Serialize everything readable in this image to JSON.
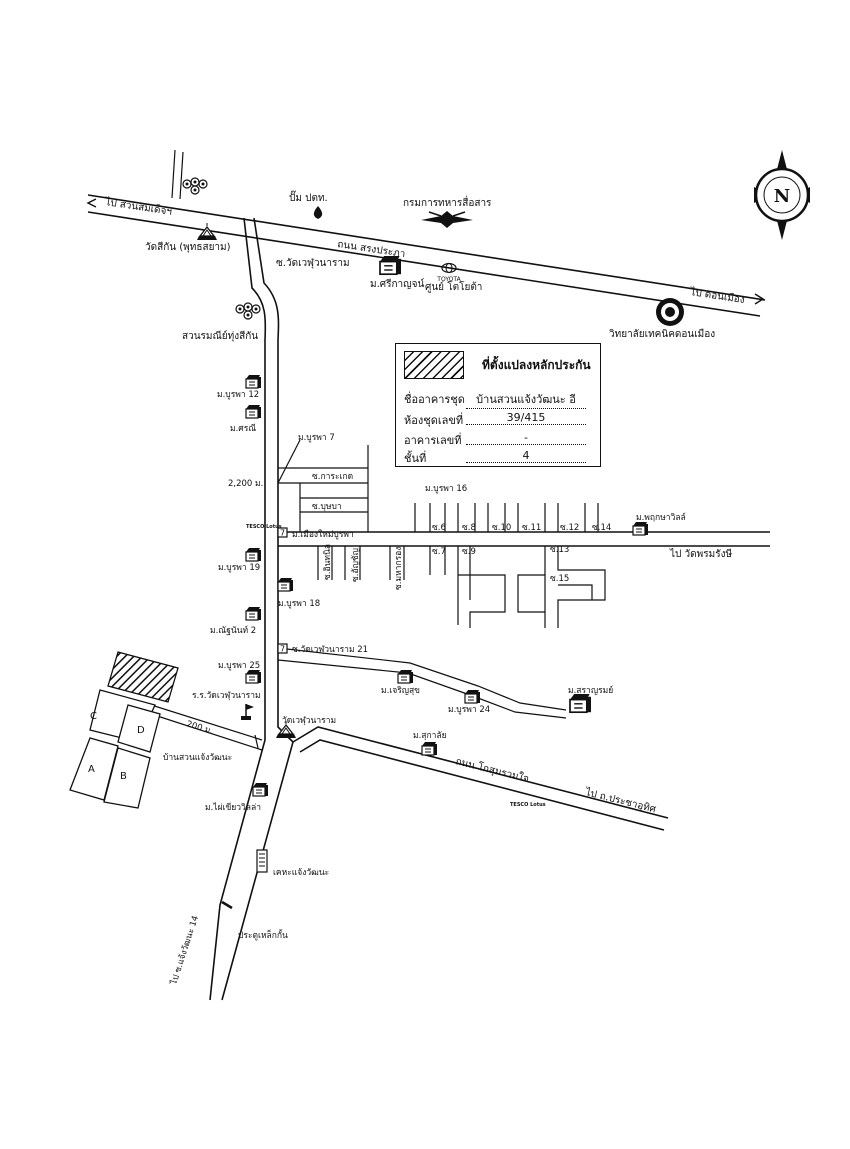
{
  "compass": {
    "label": "N"
  },
  "roads": {
    "songprapa": "ถนน สรงประภา",
    "kosumruamjai": "ถนน โกสุมรวมใจ",
    "soi_watwepuwanaram": "ซ.วัดเวฬุวนาราม",
    "soi_watwepuwanaram_21": "ซ.วัดเวฬุวนาราม 21",
    "soi_karaket": "ซ.การะเกด",
    "soi_bunbha": "ซ.บุษบา",
    "soi_inthanin": "ซ.อินทนิล",
    "soi_anchan": "ซ.อัญชัญ",
    "soi_makaprong": "ซ.มหากรอง",
    "soi_6": "ซ.6",
    "soi_7": "ซ.7",
    "soi_8": "ซ.8",
    "soi_9": "ซ.9",
    "soi_10": "ซ.10",
    "soi_11": "ซ.11",
    "soi_12": "ซ.12",
    "soi_13": "ซ.13",
    "soi_14": "ซ.14",
    "soi_15": "ซ.15",
    "to_soi_chaengwattana_14": "ไป ซ.แจ้งวัฒนะ 14"
  },
  "directions": {
    "to_sanambinnam": "ไป สวนสมเด็จฯ",
    "to_donmueang": "ไป ดอนเมือง",
    "to_watphromrangsi": "ไป วัดพรมรังษี",
    "to_prachauthit": "ไป ถ.ประชาอุทิศ"
  },
  "places": {
    "pump_ptt": "ปั๊ม ปตท.",
    "signal_dept": "กรมการทหารสื่อสาร",
    "wat_sikan": "วัดสีกัน (พุทธสยาม)",
    "sri_kanya": "ม.ศรีกาญจน์",
    "toyota": "ศูนย์ โตโยต้า",
    "toyota_logo": "TOYOTA",
    "donmueang_tech": "วิทยาลัยเทคนิคดอนเมือง",
    "suan_rommani": "สวนรมณีย์ทุ่งสีกัน",
    "burapha_12": "ม.บูรพา 12",
    "sreemanee": "ม.ศรณี",
    "burapha_7": "ม.บูรพา 7",
    "distance_2200": "2,200 ม.",
    "burapha_16": "ม.บูรพา 16",
    "phruksa_villa": "ม.พฤกษาวิลล์",
    "tesco_1": "TESCO Lotus",
    "muang_mai_burapha": "ม.เมืองใหม่บูรพา",
    "burapha_19": "ม.บูรพา 19",
    "burapha_18": "ม.บูรพา 18",
    "nattanan_2": "ม.ณัฐนันท์ 2",
    "burapha_25": "ม.บูรพา 25",
    "school_wepu": "ร.ร.วัดเวฬุวนาราม",
    "distance_200": "200 ม.",
    "ban_suan": "บ้านสวนแจ้งวัฒนะ",
    "wat_wepu": "วัดเวฬุวนาราม",
    "charoensuk": "ม.เจริญสุข",
    "burapha_24": "ม.บูรพา 24",
    "saranrom": "ม.สราญรมย์",
    "sukalai": "ม.สุกาลัย",
    "tesco_2": "TESCO Lotus",
    "phai_khiao_villa": "ม.ไผ่เขียววิลล่า",
    "kheha": "เคหะแจ้งวัฒนะ",
    "iron_gate": "ประตูเหล็กกั้น"
  },
  "plots": {
    "A": "A",
    "B": "B",
    "C": "C",
    "D": "D"
  },
  "legend": {
    "title": "ที่ตั้งแปลงหลักประกัน",
    "building_name_label": "ชื่ออาคารชุด",
    "building_name_value": "บ้านสวนแจ้งวัฒนะ อี",
    "unit_no_label": "ห้องชุดเลขที่",
    "unit_no_value": "39/415",
    "building_no_label": "อาคารเลขที่",
    "building_no_value": "-",
    "floor_label": "ชั้นที่",
    "floor_value": "4"
  },
  "colors": {
    "ink": "#111111",
    "paper": "#ffffff"
  }
}
